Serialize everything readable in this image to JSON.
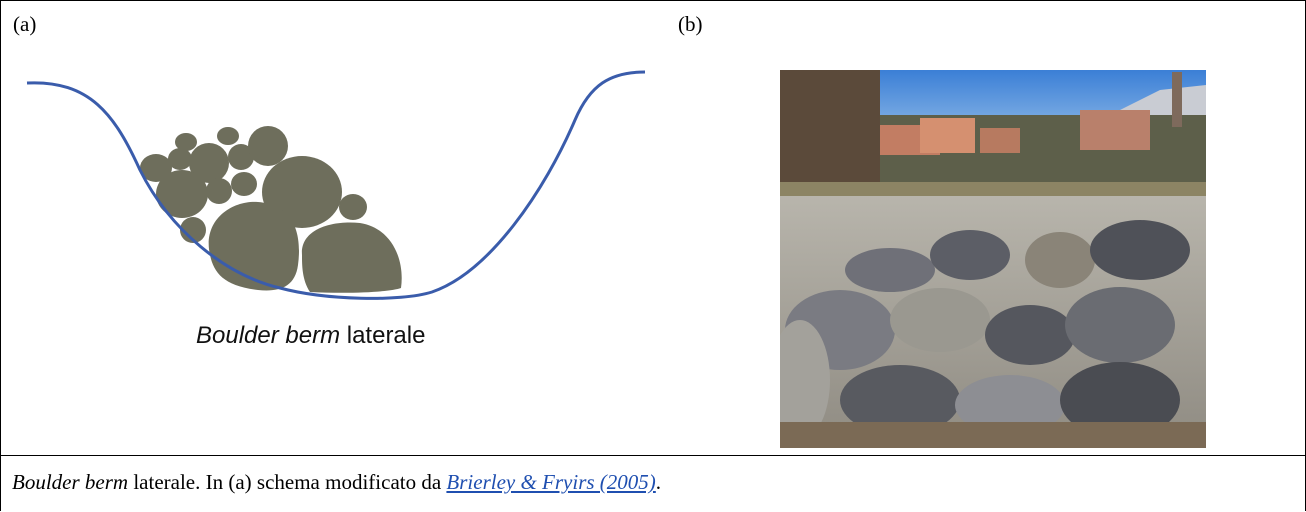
{
  "panel_a": {
    "label": "(a)",
    "caption_italic": "Boulder berm",
    "caption_rest": " laterale"
  },
  "panel_b": {
    "label": "(b)"
  },
  "figure_caption": {
    "italic_part": "Boulder berm",
    "text_part": " laterale. In (a) schema modificato da ",
    "link_text": "Brierley & Fryirs (2005)",
    "end": "."
  },
  "colors": {
    "channel_line": "#3a5cab",
    "boulder_fill": "#6e6e5c",
    "link": "#1f4fb0"
  }
}
